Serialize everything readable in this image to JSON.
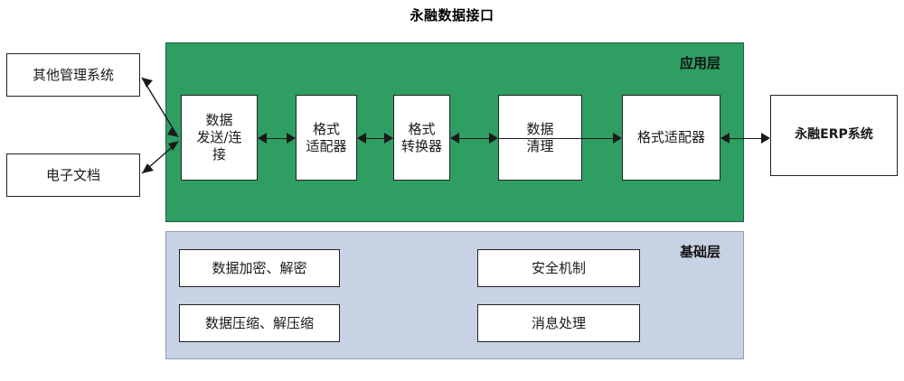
{
  "title": "永融数据接口",
  "external": {
    "left_systems": [
      {
        "label": "其他管理系统"
      },
      {
        "label": "电子文档"
      }
    ],
    "right_system": {
      "label": "永融ERP系统"
    }
  },
  "layers": [
    {
      "id": "application",
      "label": "应用层",
      "color": "#2e9e63",
      "nodes": [
        {
          "label": "数据\n发送/连\n接"
        },
        {
          "label": "格式\n适配器"
        },
        {
          "label": "格式\n转换器"
        },
        {
          "label": "数据\n清理"
        },
        {
          "label": "格式适配器"
        }
      ]
    },
    {
      "id": "foundation",
      "label": "基础层",
      "color": "#c7d3e4",
      "nodes": [
        {
          "label": "数据加密、解密"
        },
        {
          "label": "安全机制"
        },
        {
          "label": "数据压缩、解压缩"
        },
        {
          "label": "消息处理"
        }
      ]
    }
  ],
  "connectors": {
    "other_system_to_pipeline": "双向",
    "document_to_pipeline": "双向",
    "n1_to_n2": "双向",
    "n2_to_n3": "双向",
    "n3_to_n4": "双向",
    "n4_to_n5": "双向",
    "n5_to_erp": "双向"
  }
}
